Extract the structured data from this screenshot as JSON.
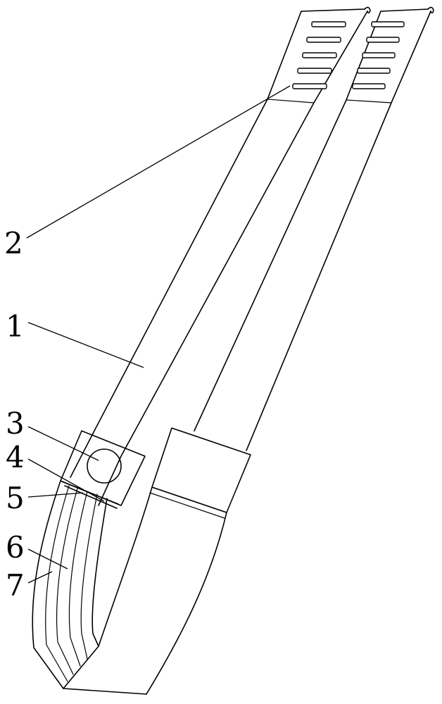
{
  "labels": [
    {
      "id": "2",
      "text": "2"
    },
    {
      "id": "1",
      "text": "1"
    },
    {
      "id": "3",
      "text": "3"
    },
    {
      "id": "4",
      "text": "4"
    },
    {
      "id": "5",
      "text": "5"
    },
    {
      "id": "6",
      "text": "6"
    },
    {
      "id": "7",
      "text": "7"
    }
  ],
  "slot_rows_per_column": 5
}
